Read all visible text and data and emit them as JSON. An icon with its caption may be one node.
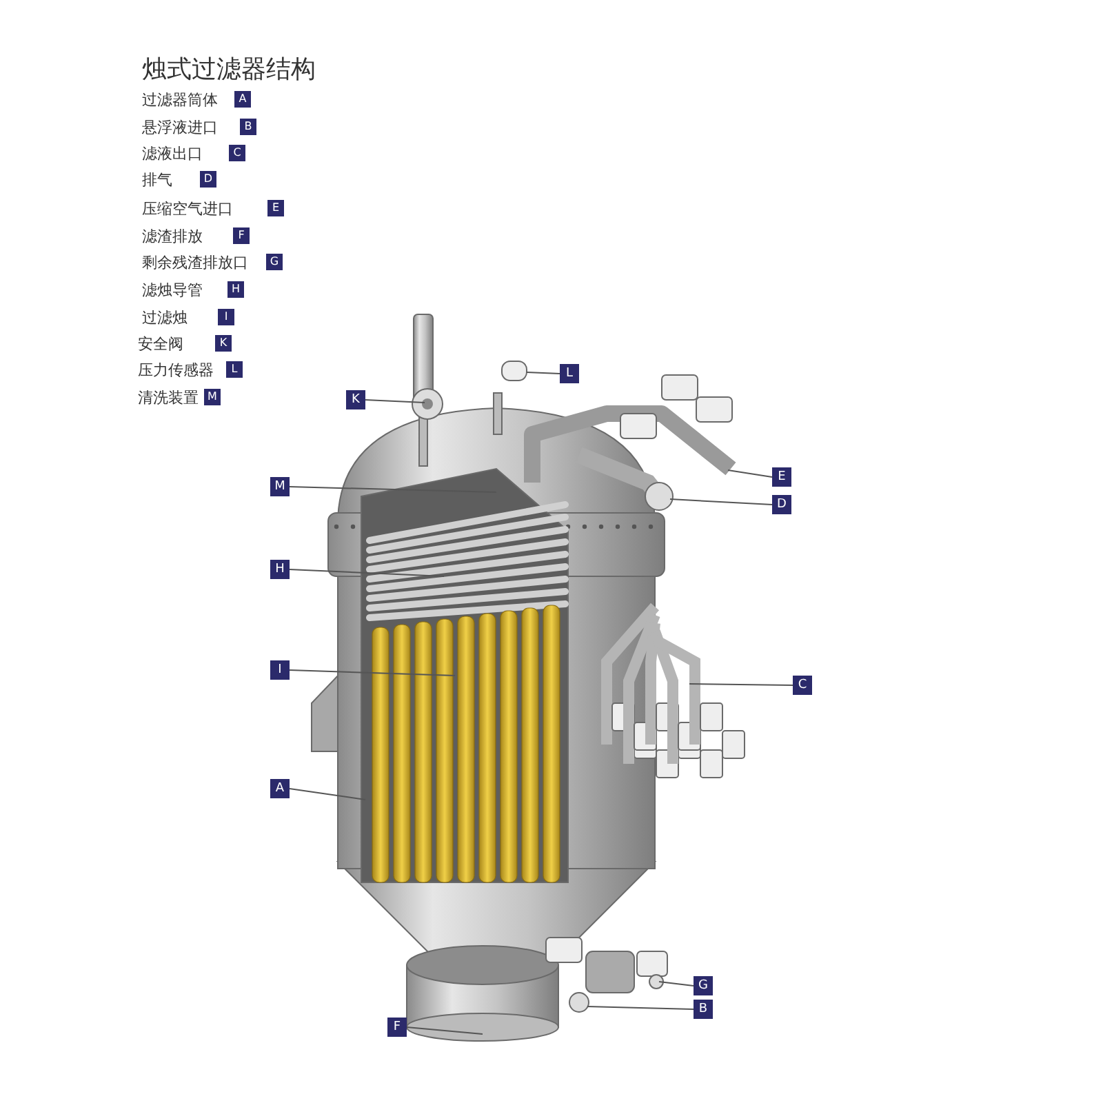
{
  "diagram": {
    "title": "烛式过滤器结构",
    "nodes": [
      {
        "text": [
          "K"
        ]
      },
      {
        "text": [
          "L"
        ]
      },
      {
        "text": [
          "M"
        ]
      },
      {
        "text": [
          "E"
        ]
      },
      {
        "text": [
          "D"
        ]
      },
      {
        "text": [
          "H"
        ]
      },
      {
        "text": [
          "I"
        ]
      },
      {
        "text": [
          "C"
        ]
      },
      {
        "text": [
          "A"
        ]
      },
      {
        "text": [
          "G"
        ]
      },
      {
        "text": [
          "B"
        ]
      },
      {
        "text": [
          "F"
        ]
      }
    ],
    "edges": [
      {
        "from": 0,
        "to": null,
        "arrow": "none"
      },
      {
        "from": 1,
        "to": null,
        "arrow": "none"
      },
      {
        "from": 2,
        "to": null,
        "arrow": "none"
      },
      {
        "from": 3,
        "to": null,
        "arrow": "none"
      },
      {
        "from": 4,
        "to": null,
        "arrow": "none"
      },
      {
        "from": 5,
        "to": null,
        "arrow": "none"
      },
      {
        "from": 6,
        "to": null,
        "arrow": "none"
      },
      {
        "from": 7,
        "to": null,
        "arrow": "none"
      },
      {
        "from": 8,
        "to": null,
        "arrow": "none"
      },
      {
        "from": 9,
        "to": null,
        "arrow": "none"
      },
      {
        "from": 10,
        "to": null,
        "arrow": "none"
      },
      {
        "from": 11,
        "to": null,
        "arrow": "none"
      }
    ],
    "labels": [
      "过滤器筒体",
      "A",
      "悬浮液进口",
      "B",
      "滤液出口",
      "C",
      "排气",
      "D",
      "压缩空气进口",
      "E",
      "滤渣排放",
      "F",
      "剩余残渣排放口",
      "G",
      "滤烛导管",
      "H",
      "过滤烛",
      "I",
      "安全阀",
      "K",
      "压力传感器",
      "L",
      "清洗装置",
      "M"
    ]
  }
}
